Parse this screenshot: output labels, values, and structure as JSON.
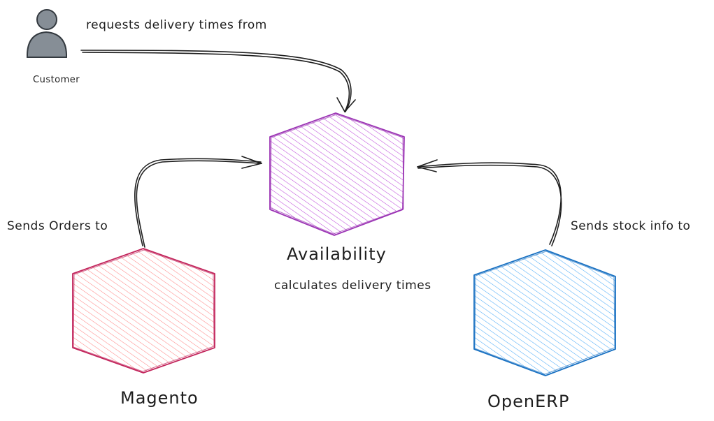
{
  "actor": {
    "label": "Customer",
    "icon": "person-icon",
    "color": "#343a40",
    "fill": "#868e96"
  },
  "nodes": {
    "availability": {
      "title": "Availability",
      "subtitle": "calculates delivery times",
      "stroke": "#9c36b5",
      "hatch": "#be4bdb"
    },
    "magento": {
      "title": "Magento",
      "stroke": "#c2255c",
      "hatch": "#ff8787"
    },
    "openerp": {
      "title": "OpenERP",
      "stroke": "#1971c2",
      "hatch": "#4dabf7"
    }
  },
  "edges": {
    "customer_to_availability": "requests delivery times from",
    "magento_to_availability": "Sends Orders to",
    "openerp_to_availability": "Sends stock info to"
  }
}
